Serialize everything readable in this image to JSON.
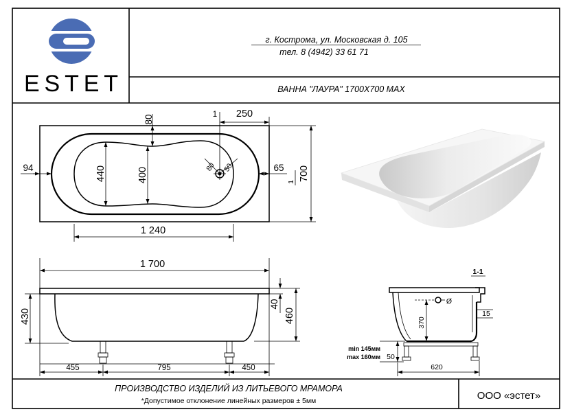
{
  "header": {
    "logo_icon": "estet-logo-icon",
    "logo_text": "ESTET",
    "brand_color": "#4a6cb4",
    "address": "г. Кострома, ул. Московская д. 105",
    "phone": "тел. 8 (4942) 33 61 71",
    "title": "ВАННА \"ЛАУРА\" 1700X700 MAX"
  },
  "plan_view": {
    "dim_rim_top": "80",
    "section_mark_top": "1",
    "dim_drain_offset": "250",
    "dim_left_rim": "94",
    "dim_basin_width": "440",
    "dim_waist_width": "400",
    "dim_drain_a": "80",
    "dim_drain_b": "50",
    "dim_right_rim": "65",
    "section_mark_side": "1",
    "dim_overall_width": "700",
    "dim_basin_length": "1 240"
  },
  "render": {
    "icon": "bathtub-3d-icon"
  },
  "side_view": {
    "dim_overall_length": "1 700",
    "dim_body_height": "430",
    "dim_rim_height": "40",
    "dim_total_height": "460",
    "dim_left_leg": "455",
    "dim_leg_spacing": "795",
    "dim_right_leg": "450"
  },
  "section_view": {
    "label": "1-1",
    "drain_symbol": "Ø",
    "dim_rim": "15",
    "dim_depth": "370",
    "leg_min": "min 145мм",
    "leg_max": "max 160мм",
    "dim_base": "50",
    "dim_width": "620"
  },
  "footer": {
    "material": "ПРОИЗВОДСТВО ИЗДЕЛИЙ ИЗ ЛИТЬЕВОГО МРАМОРА",
    "tolerance": "*Допустимое отклонение линейных размеров ± 5мм",
    "company": "ООО «эстет»"
  }
}
